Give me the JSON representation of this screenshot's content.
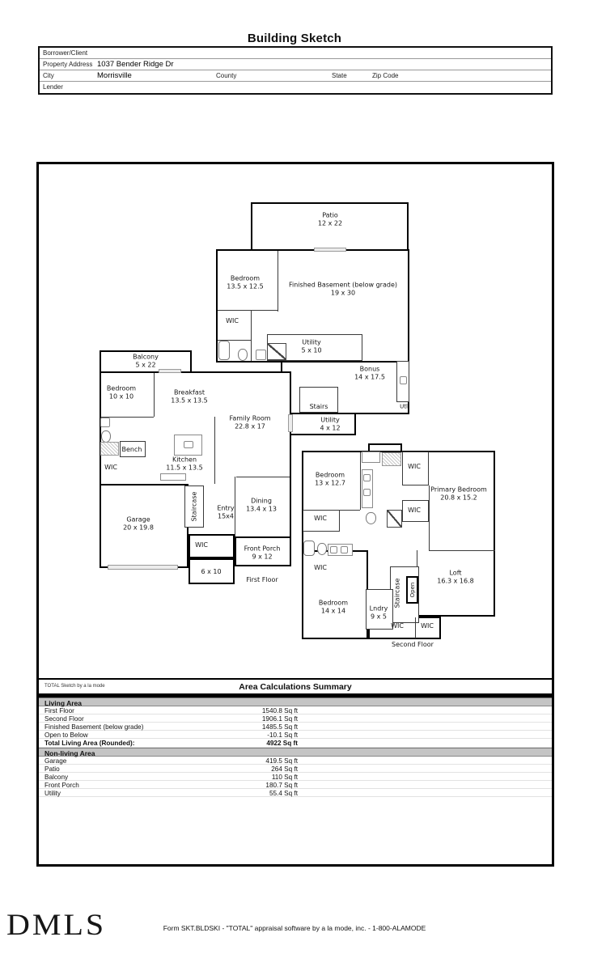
{
  "page": {
    "title": "Building Sketch"
  },
  "info": {
    "borrower_label": "Borrower/Client",
    "property_address_label": "Property Address",
    "property_address_value": "1037 Bender Ridge Dr",
    "city_label": "City",
    "city_value": "Morrisville",
    "county_label": "County",
    "state_label": "State",
    "zip_label": "Zip Code",
    "lender_label": "Lender"
  },
  "sketch": {
    "watermark": "TOTAL Sketch by a la mode",
    "basement": {
      "rooms": {
        "patio": {
          "name": "Patio",
          "dims": "12 x 22"
        },
        "bedroom": {
          "name": "Bedroom",
          "dims": "13.5 x 12.5"
        },
        "finished": {
          "name": "Finished Basement (below grade)",
          "dims": "19 x 30"
        },
        "wic": {
          "name": "WIC"
        },
        "utility5": {
          "name": "Utility",
          "dims": "5 x 10"
        },
        "bonus": {
          "name": "Bonus",
          "dims": "14 x 17.5"
        },
        "stairs": {
          "name": "Stairs"
        },
        "utility4": {
          "name": "Utility",
          "dims": "4 x 12"
        },
        "utl": {
          "name": "Utl"
        }
      }
    },
    "first_floor": {
      "label": "First Floor",
      "rooms": {
        "balcony": {
          "name": "Balcony",
          "dims": "5 x 22"
        },
        "bedroom": {
          "name": "Bedroom",
          "dims": "10 x 10"
        },
        "breakfast": {
          "name": "Breakfast",
          "dims": "13.5 x 13.5"
        },
        "family_room": {
          "name": "Family Room",
          "dims": "22.8 x 17"
        },
        "bench": {
          "name": "Bench"
        },
        "wic_a": {
          "name": "WIC"
        },
        "kitchen": {
          "name": "Kitchen",
          "dims": "11.5 x 13.5"
        },
        "garage": {
          "name": "Garage",
          "dims": "20 x 19.8"
        },
        "staircase": {
          "name": "Staircase"
        },
        "entry": {
          "name": "Entry",
          "dims": "15x4"
        },
        "dining": {
          "name": "Dining",
          "dims": "13.4 x 13"
        },
        "wic_b": {
          "name": "WIC"
        },
        "front_porch": {
          "name": "Front Porch",
          "dims": "9 x 12"
        },
        "stoop": {
          "dims": "6 x 10"
        }
      }
    },
    "second_floor": {
      "label": "Second Floor",
      "rooms": {
        "bedroom_a": {
          "name": "Bedroom",
          "dims": "13 x 12.7"
        },
        "wic_top": {
          "name": "WIC"
        },
        "primary": {
          "name": "Primary Bedroom",
          "dims": "20.8 x 15.2"
        },
        "wic_left": {
          "name": "WIC"
        },
        "wic_mid": {
          "name": "WIC"
        },
        "wic_ml": {
          "name": "WIC"
        },
        "bedroom_b": {
          "name": "Bedroom",
          "dims": "14 x 14"
        },
        "lndry": {
          "name": "Lndry",
          "dims": "9 x 5"
        },
        "staircase": {
          "name": "Staircase"
        },
        "open": {
          "name": "Open"
        },
        "loft": {
          "name": "Loft",
          "dims": "16.3 x 16.8"
        },
        "wic_b1": {
          "name": "WIC"
        },
        "wic_b2": {
          "name": "WIC"
        }
      }
    }
  },
  "summary": {
    "title": "Area Calculations Summary",
    "living": {
      "header": "Living Area",
      "rows": [
        {
          "label": "First Floor",
          "value": "1540.8 Sq ft"
        },
        {
          "label": "Second Floor",
          "value": "1906.1 Sq ft"
        },
        {
          "label": "Finished Basement (below grade)",
          "value": "1485.5 Sq ft"
        },
        {
          "label": "Open to Below",
          "value": "-10.1 Sq ft"
        }
      ],
      "total_label": "Total Living Area (Rounded):",
      "total_value": "4922 Sq ft"
    },
    "nonliving": {
      "header": "Non-living Area",
      "rows": [
        {
          "label": "Garage",
          "value": "419.5 Sq ft"
        },
        {
          "label": "Patio",
          "value": "264 Sq ft"
        },
        {
          "label": "Balcony",
          "value": "110 Sq ft"
        },
        {
          "label": "Front Porch",
          "value": "180.7 Sq ft"
        },
        {
          "label": "Utility",
          "value": "55.4 Sq ft"
        }
      ]
    }
  },
  "footer": {
    "logo": "DMLS",
    "text": "Form SKT.BLDSKI - \"TOTAL\" appraisal software by a la mode, inc. - 1-800-ALAMODE"
  }
}
